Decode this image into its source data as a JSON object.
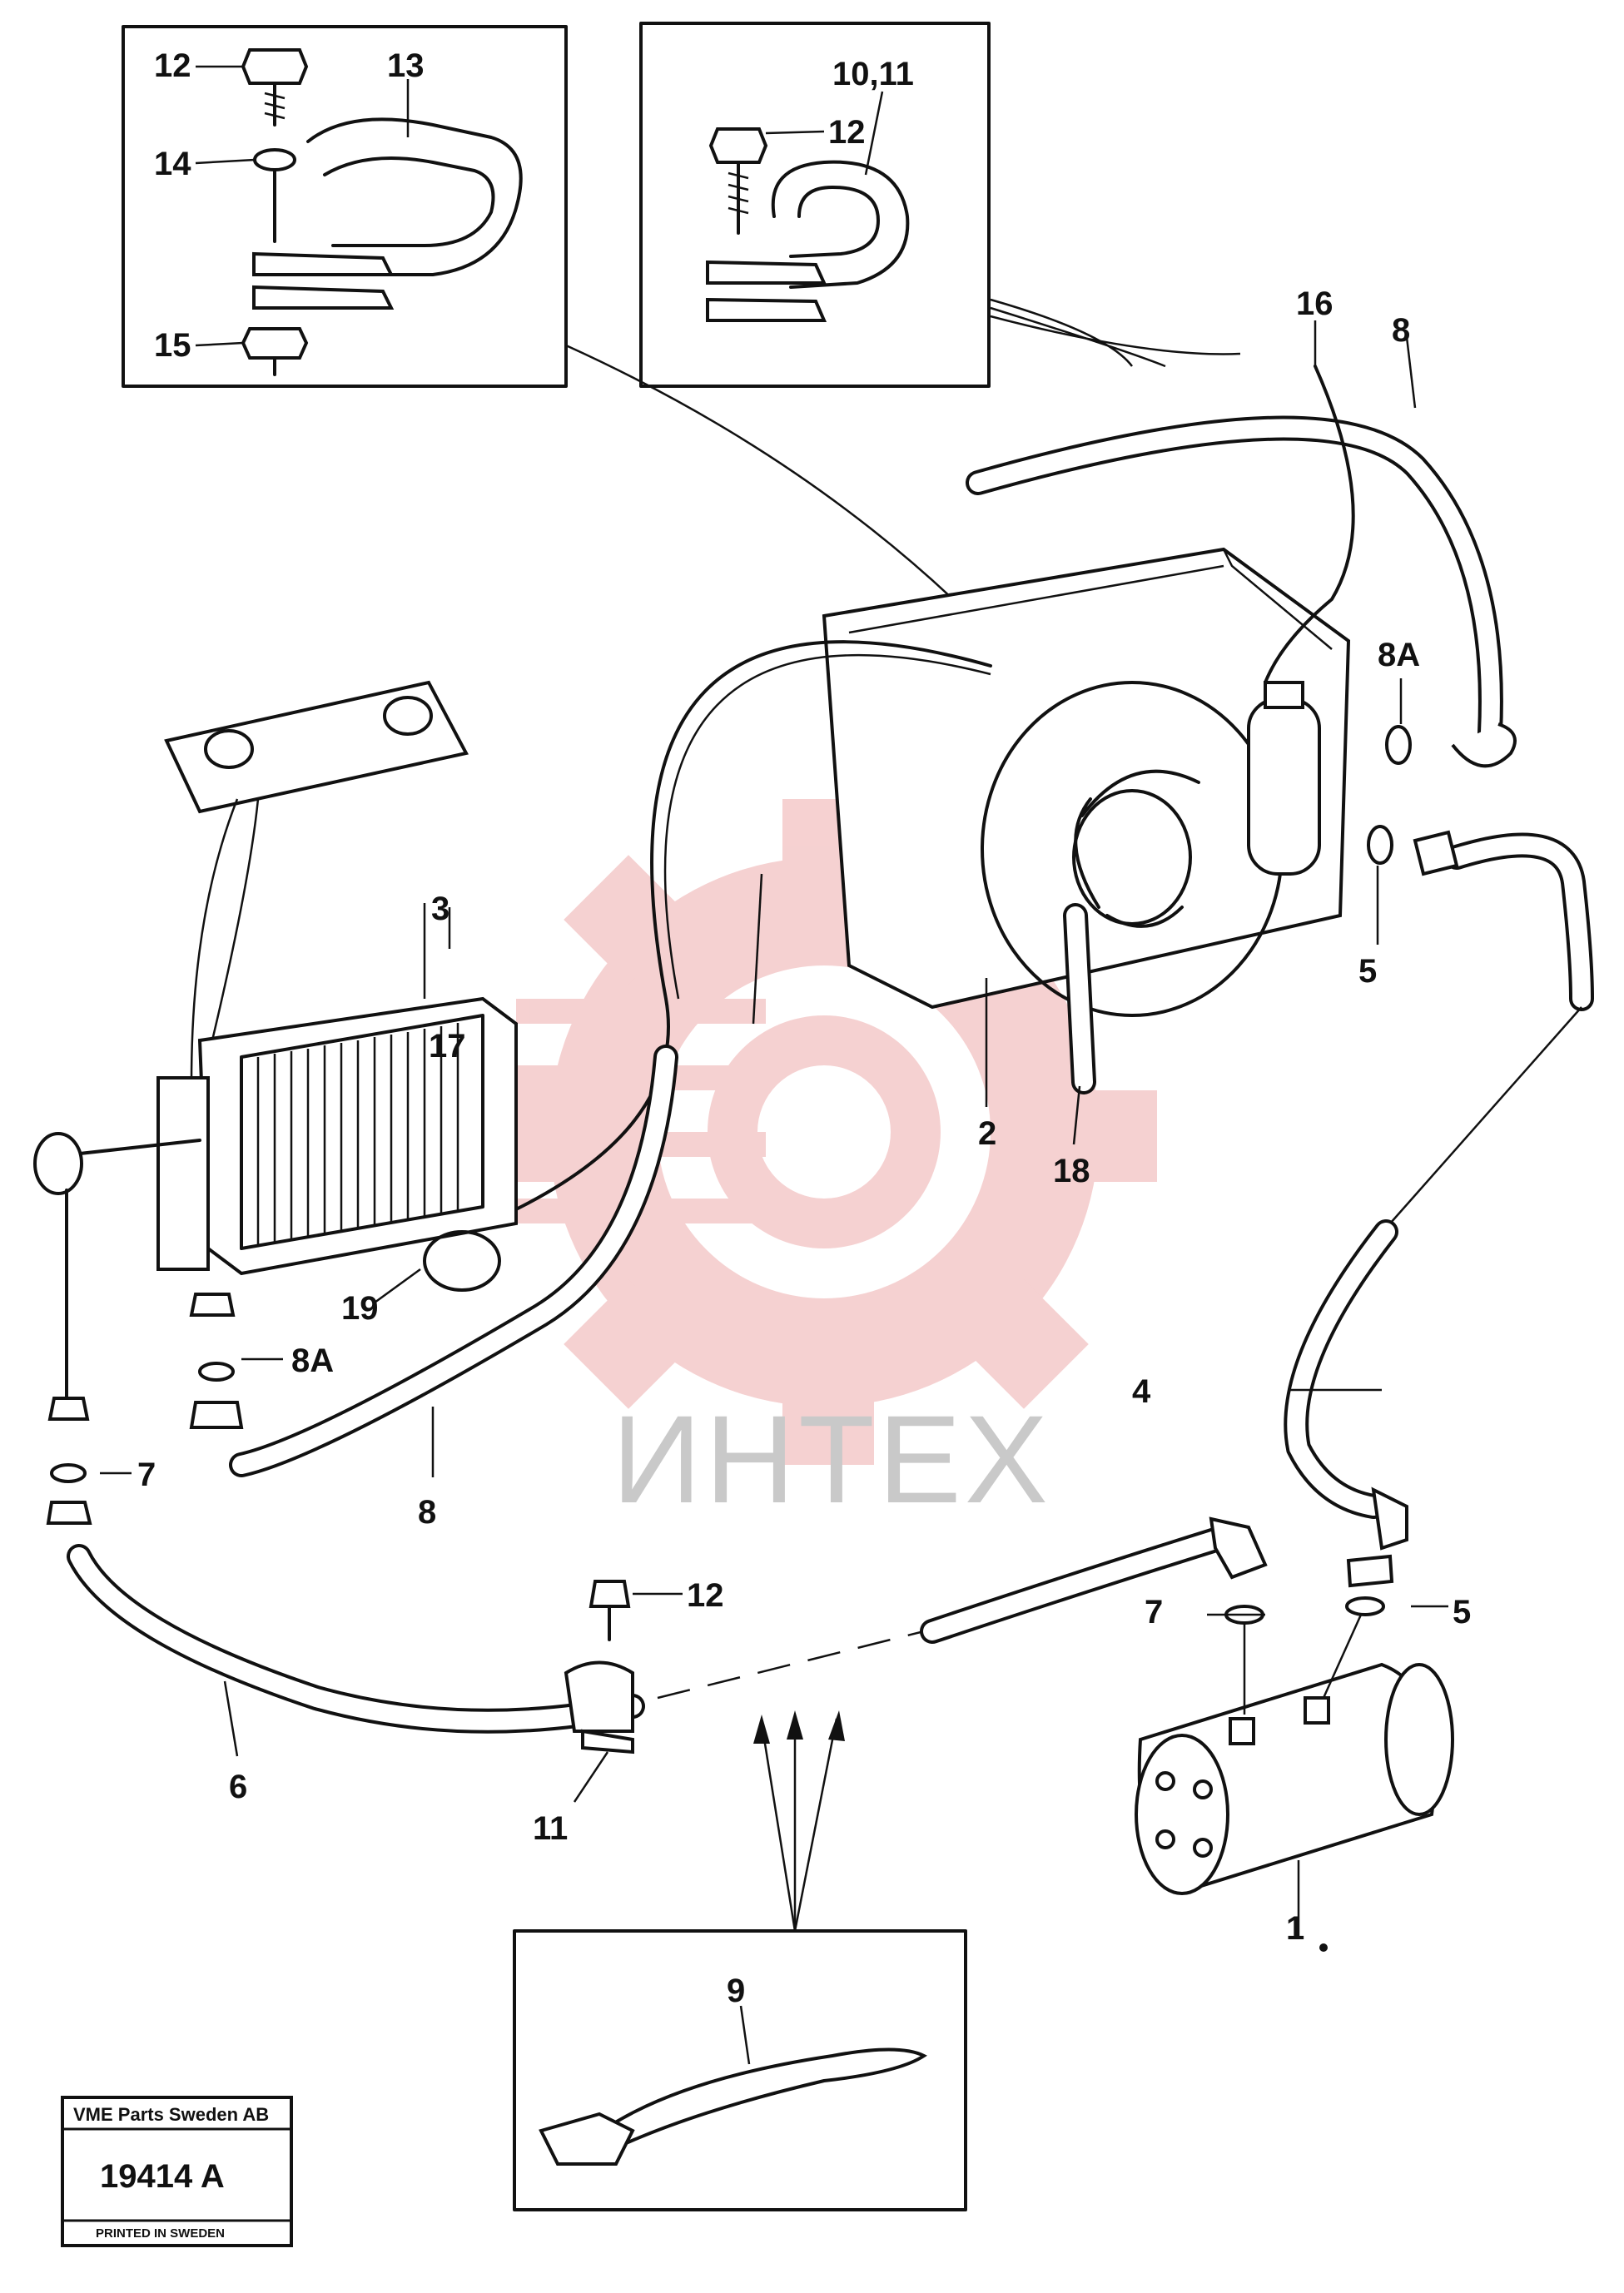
{
  "watermark": {
    "text": "ИНТЕХ",
    "gear_color": "#f4c9c9",
    "text_color": "#c9c9c9"
  },
  "labels": {
    "l1": "1",
    "l2": "2",
    "l3": "3",
    "l4": "4",
    "l5a": "5",
    "l5b": "5",
    "l6": "6",
    "l7a": "7",
    "l7b": "7",
    "l8a": "8",
    "l8b": "8",
    "l8Aa": "8A",
    "l8Ab": "8A",
    "l9": "9",
    "l1011": "10,11",
    "l11": "11",
    "l12a": "12",
    "l12b": "12",
    "l12c": "12",
    "l13": "13",
    "l14": "14",
    "l15": "15",
    "l16": "16",
    "l17": "17",
    "l18": "18",
    "l19": "19"
  },
  "stamp": {
    "company": "VME Parts Sweden AB",
    "number": "19414 A",
    "printed": "PRINTED IN SWEDEN"
  }
}
